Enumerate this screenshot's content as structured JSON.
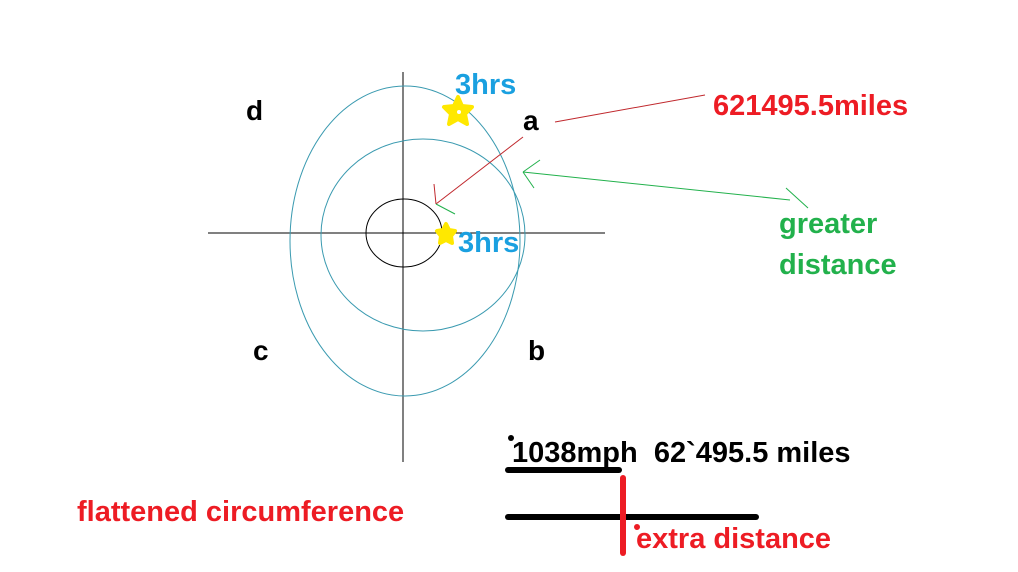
{
  "colors": {
    "blue": "#1aa0e0",
    "red": "#ed1c24",
    "green": "#22b14c",
    "orbit": "#3a9ab0",
    "star": "#ffe800",
    "black": "#000000"
  },
  "labels": {
    "quadrant_a": "a",
    "quadrant_b": "b",
    "quadrant_c": "c",
    "quadrant_d": "d",
    "time_outer": "3hrs",
    "time_inner": "3hrs",
    "distance_top": "621495.5miles",
    "greater_line1": "greater",
    "greater_line2": "distance",
    "speed_distance": "1038mph  62`495.5 miles",
    "flattened": "flattened circumference",
    "extra": "extra distance"
  }
}
